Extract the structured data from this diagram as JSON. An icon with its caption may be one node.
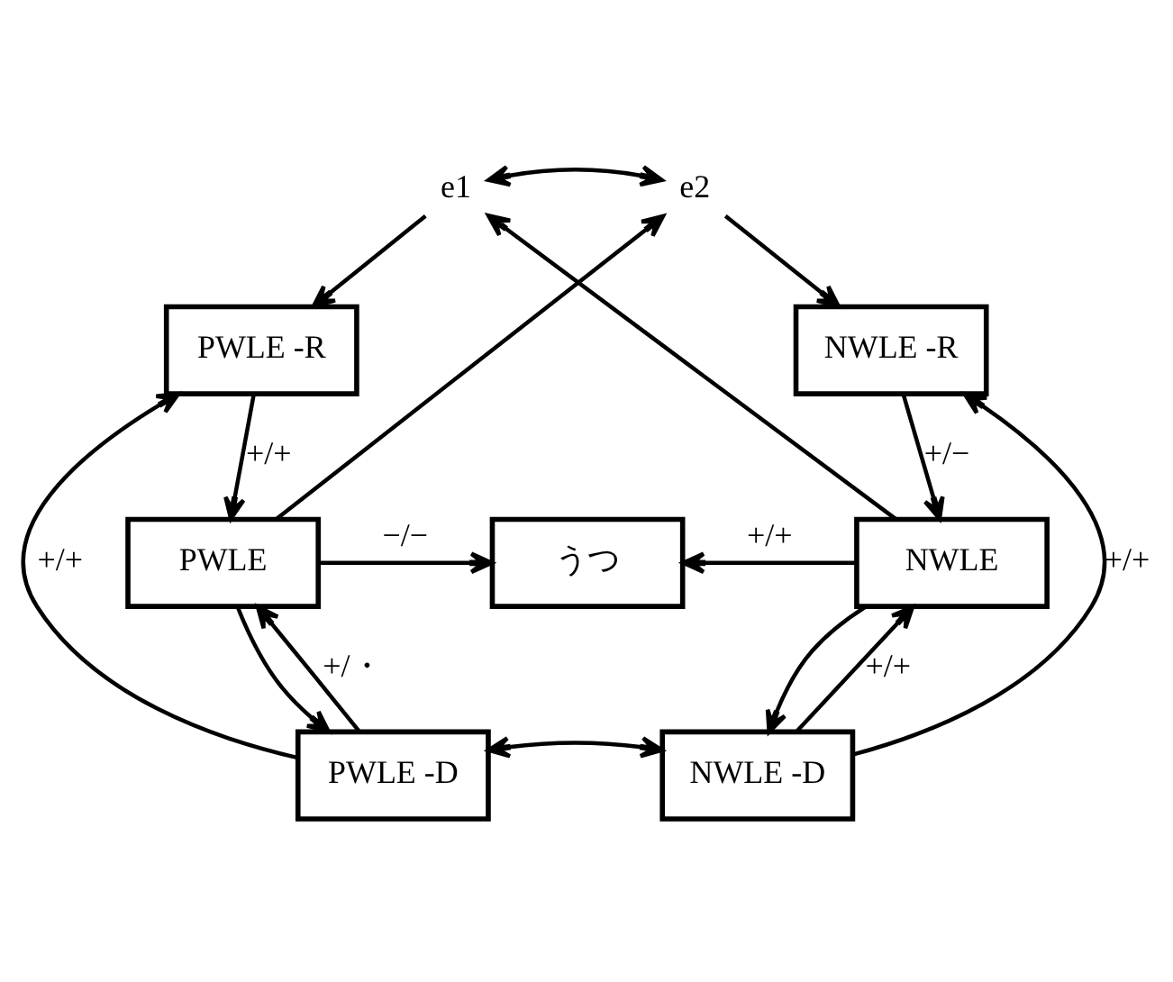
{
  "diagram": {
    "nodes": [
      {
        "text": [
          "e1"
        ]
      },
      {
        "text": [
          "e2"
        ]
      },
      {
        "text": [
          "PWLE -R"
        ]
      },
      {
        "text": [
          "NWLE -R"
        ]
      },
      {
        "text": [
          "PWLE"
        ]
      },
      {
        "text": [
          "うつ"
        ]
      },
      {
        "text": [
          "NWLE"
        ]
      },
      {
        "text": [
          "PWLE -D"
        ]
      },
      {
        "text": [
          "NWLE -D"
        ]
      }
    ],
    "edges": [
      {
        "from": 0,
        "to": 1,
        "arrow": "both"
      },
      {
        "from": 4,
        "to": 1,
        "arrow": "to"
      },
      {
        "from": 6,
        "to": 0,
        "arrow": "to"
      },
      {
        "from": 0,
        "to": 2,
        "arrow": "to"
      },
      {
        "from": 1,
        "to": 3,
        "arrow": "to"
      },
      {
        "from": 2,
        "to": 4,
        "label": "+/+",
        "arrow": "to"
      },
      {
        "from": 3,
        "to": 6,
        "label": "+/−",
        "arrow": "to"
      },
      {
        "from": 4,
        "to": 5,
        "label": "−/−",
        "arrow": "to"
      },
      {
        "from": 6,
        "to": 5,
        "label": "+/+",
        "arrow": "to"
      },
      {
        "from": 7,
        "to": 2,
        "label": "+/+",
        "arrow": "to"
      },
      {
        "from": 4,
        "to": 7,
        "arrow": "to"
      },
      {
        "from": 7,
        "to": 4,
        "label": "+/・",
        "arrow": "to"
      },
      {
        "from": 6,
        "to": 8,
        "arrow": "to"
      },
      {
        "from": 8,
        "to": 6,
        "label": "+/+",
        "arrow": "to"
      },
      {
        "from": 8,
        "to": 3,
        "label": "+/+",
        "arrow": "to"
      },
      {
        "from": 7,
        "to": 8,
        "arrow": "both"
      }
    ]
  }
}
